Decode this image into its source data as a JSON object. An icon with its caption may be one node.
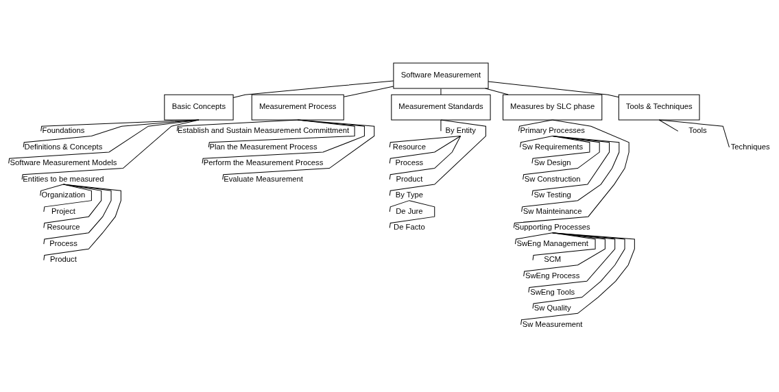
{
  "diagram": {
    "nodes": [
      {
        "text": [
          "Software Measurement"
        ]
      },
      {
        "text": [
          "Basic Concepts"
        ]
      },
      {
        "text": [
          "Measurement Process"
        ]
      },
      {
        "text": [
          "Measurement Standards"
        ]
      },
      {
        "text": [
          "Measures by SLC phase"
        ]
      },
      {
        "text": [
          "Tools & Techniques"
        ]
      },
      {
        "text": [
          "Foundations"
        ]
      },
      {
        "text": [
          "Definitions & Concepts"
        ]
      },
      {
        "text": [
          "Software Measurement Models"
        ]
      },
      {
        "text": [
          "Entities to be measured"
        ]
      },
      {
        "text": [
          "Organization"
        ]
      },
      {
        "text": [
          "Project"
        ]
      },
      {
        "text": [
          "Resource"
        ]
      },
      {
        "text": [
          "Process"
        ]
      },
      {
        "text": [
          "Product"
        ]
      },
      {
        "text": [
          "Establish and Sustain Measurement Committment"
        ]
      },
      {
        "text": [
          "Plan the Measurement Process"
        ]
      },
      {
        "text": [
          "Perform the Measurement Process"
        ]
      },
      {
        "text": [
          "Evaluate Measurement"
        ]
      },
      {
        "text": [
          "By Entity"
        ]
      },
      {
        "text": [
          "Resource"
        ]
      },
      {
        "text": [
          "Process"
        ]
      },
      {
        "text": [
          "Product"
        ]
      },
      {
        "text": [
          "By Type"
        ]
      },
      {
        "text": [
          "De Jure"
        ]
      },
      {
        "text": [
          "De Facto"
        ]
      },
      {
        "text": [
          "Primary Processes"
        ]
      },
      {
        "text": [
          "Sw Requirements"
        ]
      },
      {
        "text": [
          "Sw Design"
        ]
      },
      {
        "text": [
          "Sw Construction"
        ]
      },
      {
        "text": [
          "Sw Testing"
        ]
      },
      {
        "text": [
          "Sw Mainteinance"
        ]
      },
      {
        "text": [
          "Supporting Processes"
        ]
      },
      {
        "text": [
          "SwEng Management"
        ]
      },
      {
        "text": [
          "SCM"
        ]
      },
      {
        "text": [
          "SwEng Process"
        ]
      },
      {
        "text": [
          "SwEng Tools"
        ]
      },
      {
        "text": [
          "Sw Quality"
        ]
      },
      {
        "text": [
          "Sw Measurement"
        ]
      },
      {
        "text": [
          "Tools"
        ]
      },
      {
        "text": [
          "Techniques"
        ]
      }
    ],
    "edges": [
      {
        "from": 0,
        "to": 1,
        "arrow": "none"
      },
      {
        "from": 0,
        "to": 2,
        "arrow": "none"
      },
      {
        "from": 0,
        "to": 3,
        "arrow": "none"
      },
      {
        "from": 0,
        "to": 4,
        "arrow": "none"
      },
      {
        "from": 0,
        "to": 5,
        "arrow": "none"
      },
      {
        "from": 1,
        "to": 6,
        "arrow": "none"
      },
      {
        "from": 1,
        "to": 7,
        "arrow": "none"
      },
      {
        "from": 1,
        "to": 8,
        "arrow": "none"
      },
      {
        "from": 1,
        "to": 9,
        "arrow": "none"
      },
      {
        "from": 9,
        "to": 10,
        "arrow": "none"
      },
      {
        "from": 9,
        "to": 11,
        "arrow": "none"
      },
      {
        "from": 9,
        "to": 12,
        "arrow": "none"
      },
      {
        "from": 9,
        "to": 13,
        "arrow": "none"
      },
      {
        "from": 9,
        "to": 14,
        "arrow": "none"
      },
      {
        "from": 2,
        "to": 15,
        "arrow": "none"
      },
      {
        "from": 2,
        "to": 16,
        "arrow": "none"
      },
      {
        "from": 2,
        "to": 17,
        "arrow": "none"
      },
      {
        "from": 2,
        "to": 18,
        "arrow": "none"
      },
      {
        "from": 3,
        "to": 19,
        "arrow": "none"
      },
      {
        "from": 19,
        "to": 20,
        "arrow": "none"
      },
      {
        "from": 19,
        "to": 21,
        "arrow": "none"
      },
      {
        "from": 19,
        "to": 22,
        "arrow": "none"
      },
      {
        "from": 3,
        "to": 23,
        "arrow": "none"
      },
      {
        "from": 23,
        "to": 24,
        "arrow": "none"
      },
      {
        "from": 23,
        "to": 25,
        "arrow": "none"
      },
      {
        "from": 4,
        "to": 26,
        "arrow": "none"
      },
      {
        "from": 26,
        "to": 27,
        "arrow": "none"
      },
      {
        "from": 26,
        "to": 28,
        "arrow": "none"
      },
      {
        "from": 26,
        "to": 29,
        "arrow": "none"
      },
      {
        "from": 26,
        "to": 30,
        "arrow": "none"
      },
      {
        "from": 26,
        "to": 31,
        "arrow": "none"
      },
      {
        "from": 4,
        "to": 32,
        "arrow": "none"
      },
      {
        "from": 32,
        "to": 33,
        "arrow": "none"
      },
      {
        "from": 32,
        "to": 34,
        "arrow": "none"
      },
      {
        "from": 32,
        "to": 35,
        "arrow": "none"
      },
      {
        "from": 32,
        "to": 36,
        "arrow": "none"
      },
      {
        "from": 32,
        "to": 37,
        "arrow": "none"
      },
      {
        "from": 32,
        "to": 38,
        "arrow": "none"
      },
      {
        "from": 5,
        "to": 39,
        "arrow": "none"
      },
      {
        "from": 5,
        "to": 40,
        "arrow": "none"
      }
    ]
  }
}
